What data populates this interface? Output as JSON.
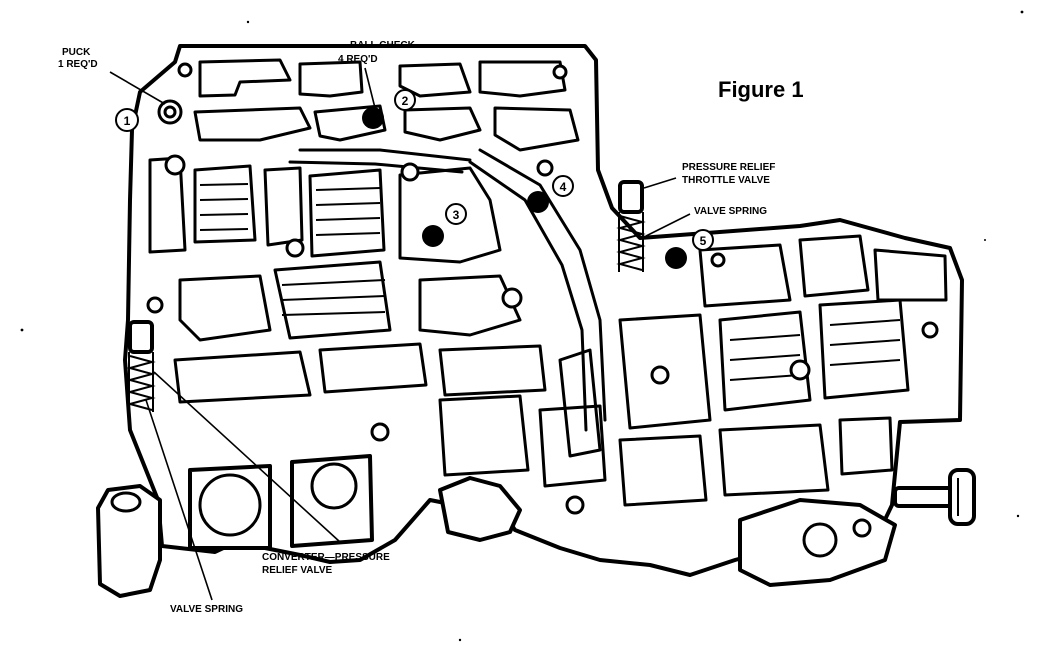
{
  "figure": {
    "title": "Figure 1"
  },
  "labels": {
    "puck": "PUCK",
    "puck_qty": "1 REQ'D",
    "ball_check": "BALL CHECK",
    "ball_check_qty": "4 REQ'D",
    "pressure_relief": "PRESSURE RELIEF",
    "throttle_valve": "THROTTLE VALVE",
    "valve_spring_right": "VALVE SPRING",
    "converter_pressure": "CONVERTER—PRESSURE",
    "relief_valve": "RELIEF VALVE",
    "valve_spring_bottom": "VALVE SPRING"
  },
  "callouts": [
    "1",
    "2",
    "3",
    "4",
    "5"
  ],
  "colors": {
    "ink": "#000000",
    "paper": "#ffffff"
  }
}
